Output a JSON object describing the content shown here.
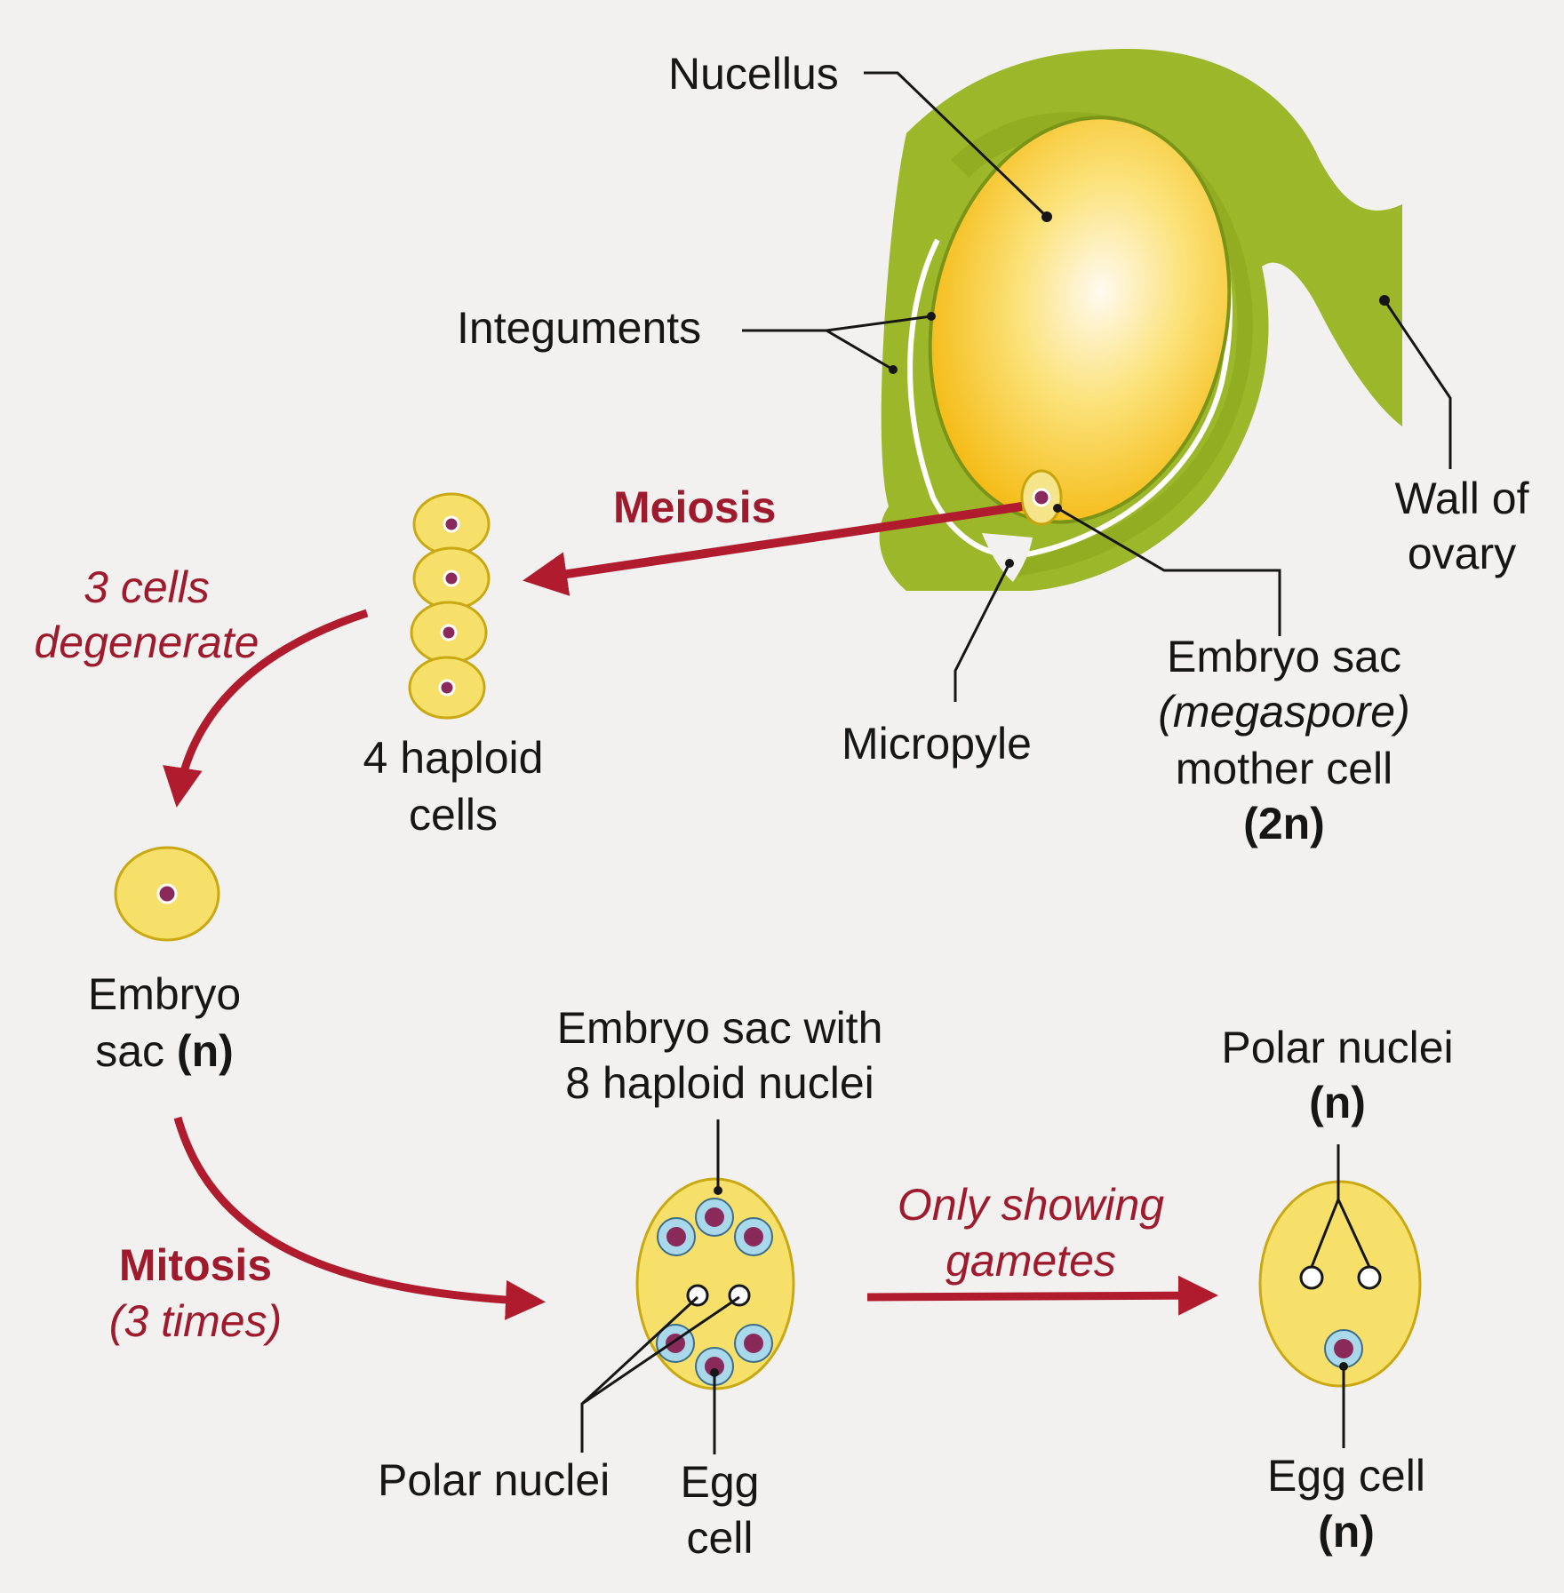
{
  "labels": {
    "nucellus": "Nucellus",
    "integuments": "Integuments",
    "wall_of_ovary_1": "Wall of",
    "wall_of_ovary_2": "ovary",
    "meiosis": "Meiosis",
    "three_cells_1": "3 cells",
    "three_cells_2": "degenerate",
    "four_haploid_1": "4 haploid",
    "four_haploid_2": "cells",
    "micropyle": "Micropyle",
    "emc_1": "Embryo sac",
    "emc_2": "(megaspore)",
    "emc_3": "mother cell",
    "emc_4": "(2n)",
    "embryo_sac_1": "Embryo",
    "embryo_sac_2_pre": "sac ",
    "embryo_sac_2_bold": "(n)",
    "mitosis": "Mitosis",
    "mitosis_times": "(3 times)",
    "es8_1": "Embryo sac with",
    "es8_2": "8 haploid nuclei",
    "only_1": "Only showing",
    "only_2": "gametes",
    "polar_right_1": "Polar nuclei",
    "polar_right_2": "(n)",
    "polar_left": "Polar nuclei",
    "egg_left_1": "Egg",
    "egg_left_2": "cell",
    "egg_right_1": "Egg cell",
    "egg_right_2": "(n)"
  },
  "colors": {
    "background": "#f2f1ef",
    "ovary_green": "#9db72a",
    "nucellus_yellow": "#f7c520",
    "cell_yellow": "#f6e06a",
    "nucleus_purple": "#8a2a5a",
    "nucleus_ring_blue": "#a9d8ea",
    "arrow_red": "#b01c2e",
    "label_red": "#9e1a2c",
    "line_black": "#161616"
  }
}
